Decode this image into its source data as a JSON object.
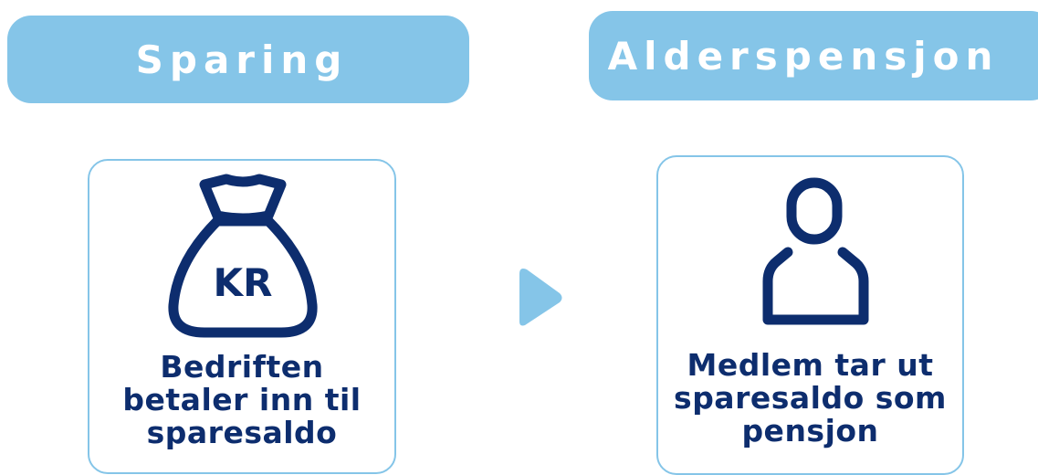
{
  "colors": {
    "pill_bg": "#85c5e8",
    "pill_text": "#ffffff",
    "card_border": "#85c5e8",
    "icon_navy": "#0d2d6e",
    "arrow": "#85c5e8"
  },
  "left": {
    "header": "Sparing",
    "icon": "money-bag-icon",
    "icon_text": "KR",
    "caption_lines": [
      "Bedriften",
      "betaler inn til",
      "sparesaldo"
    ]
  },
  "right": {
    "header": "Alderspensjon",
    "icon": "person-icon",
    "caption_lines": [
      "Medlem tar ut",
      "sparesaldo som",
      "pensjon"
    ]
  },
  "connector": {
    "icon": "play-arrow-icon"
  }
}
